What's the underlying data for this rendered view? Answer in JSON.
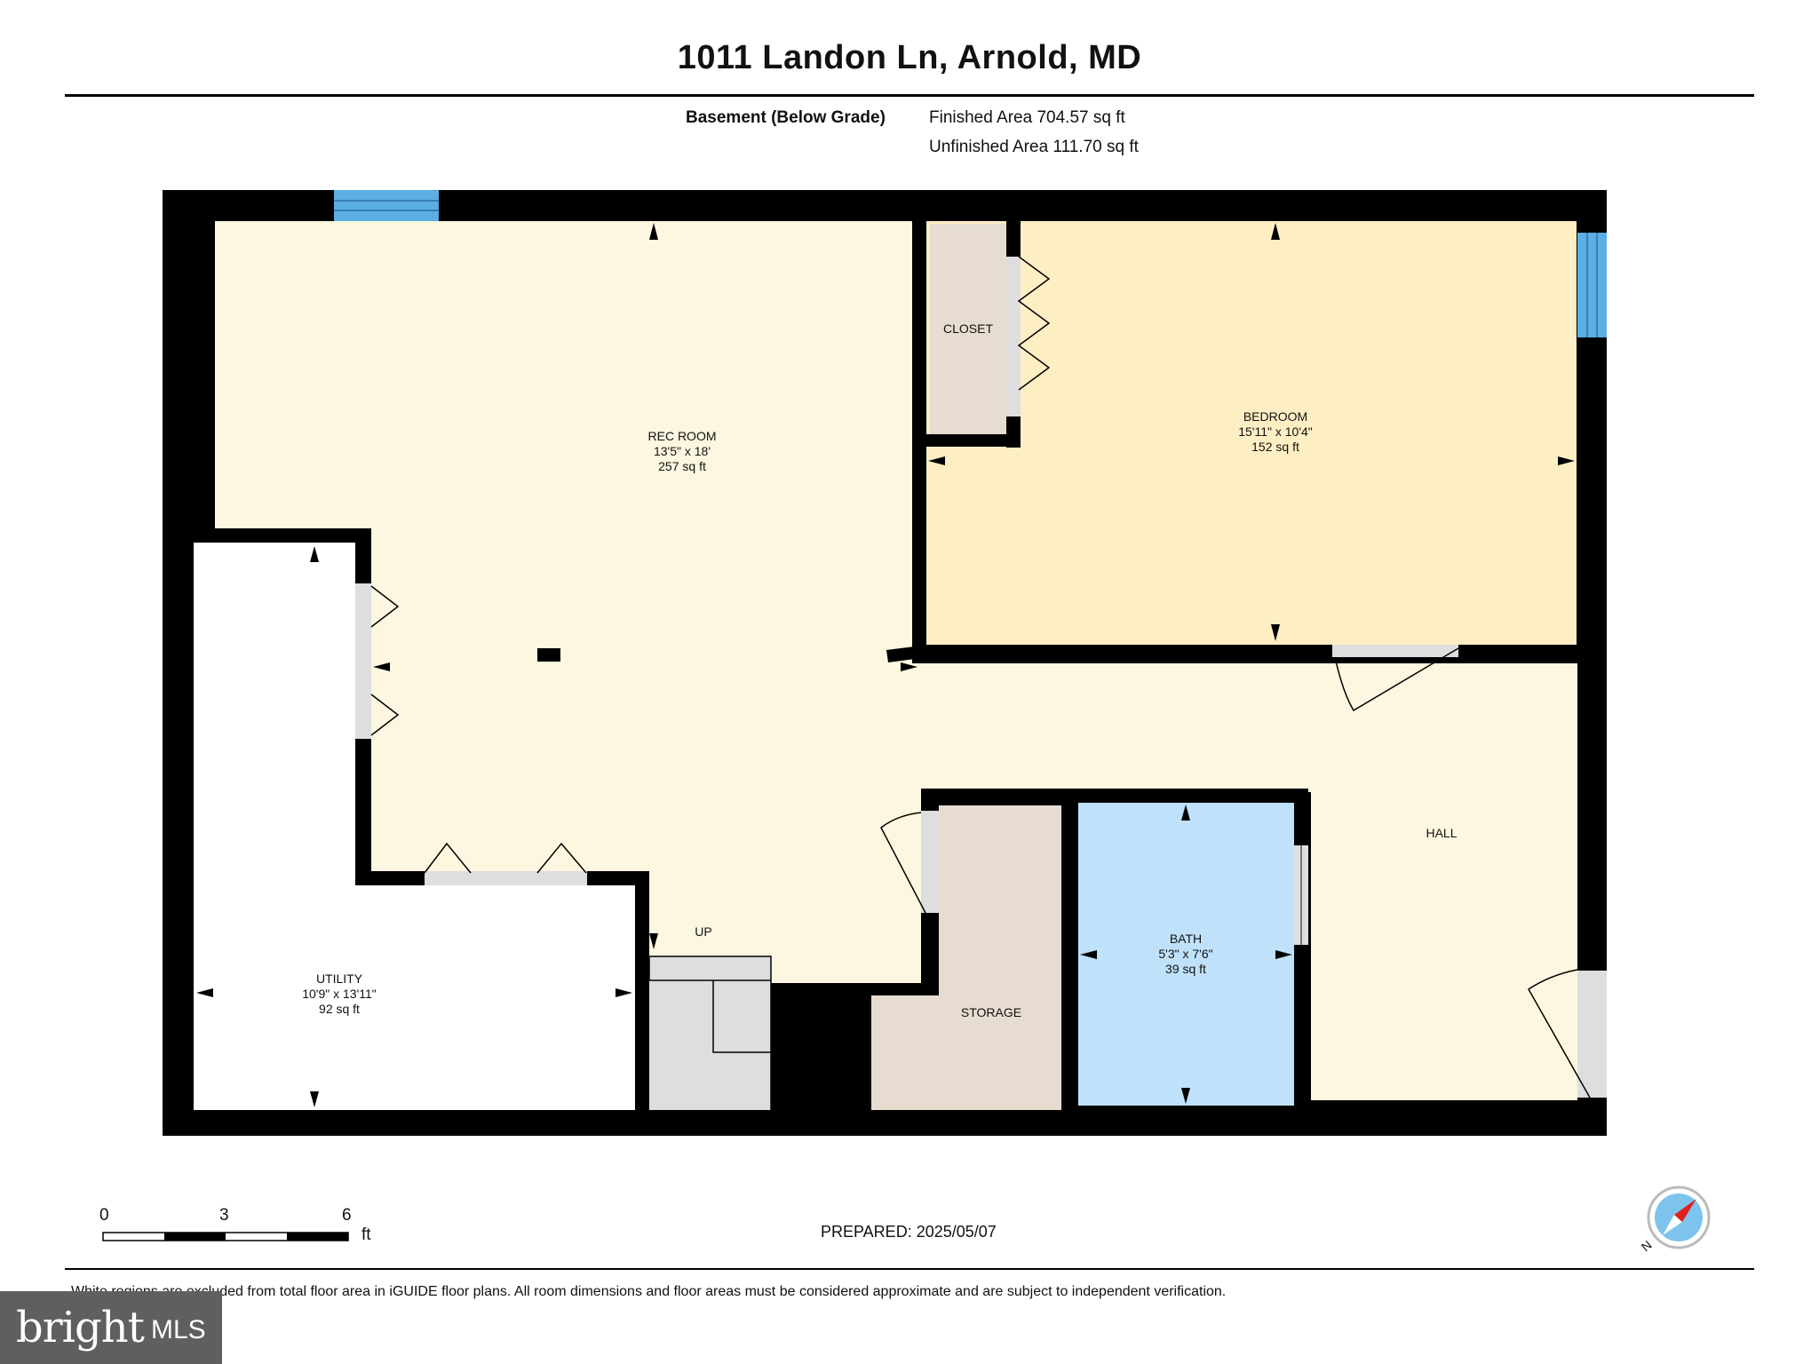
{
  "title": "1011 Landon Ln, Arnold, MD",
  "floor": {
    "level": "Basement (Below Grade)",
    "finished": "Finished Area 704.57 sq ft",
    "unfinished": "Unfinished Area 111.70 sq ft"
  },
  "rooms": {
    "rec_room": {
      "name": "REC ROOM",
      "dims": "13'5\" x 18'",
      "area": "257 sq ft"
    },
    "bedroom": {
      "name": "BEDROOM",
      "dims": "15'11\" x 10'4\"",
      "area": "152 sq ft"
    },
    "closet": {
      "name": "CLOSET"
    },
    "utility": {
      "name": "UTILITY",
      "dims": "10'9\" x 13'11\"",
      "area": "92 sq ft"
    },
    "bath": {
      "name": "BATH",
      "dims": "5'3\" x 7'6\"",
      "area": "39 sq ft"
    },
    "storage": {
      "name": "STORAGE"
    },
    "hall": {
      "name": "HALL"
    },
    "stairs": {
      "label": "UP"
    }
  },
  "scale": {
    "ticks": [
      "0",
      "3",
      "6"
    ],
    "unit": "ft"
  },
  "prepared": "PREPARED: 2025/05/07",
  "compass": {
    "label": "N"
  },
  "disclaimer": "White regions are excluded from total floor area in iGUIDE floor plans. All room dimensions and floor areas must be considered approximate and are subject to independent verification.",
  "logo": {
    "word": "bright",
    "suffix": "MLS"
  },
  "colors": {
    "wall": "#000000",
    "rec_room": "#fdf6e0",
    "bedroom": "#fdeec4",
    "closet": "#e6ddd0",
    "storage": "#e6ddd0",
    "bath": "#bfe2fa",
    "stairs": "#dedede",
    "window": "#5aaee3"
  }
}
